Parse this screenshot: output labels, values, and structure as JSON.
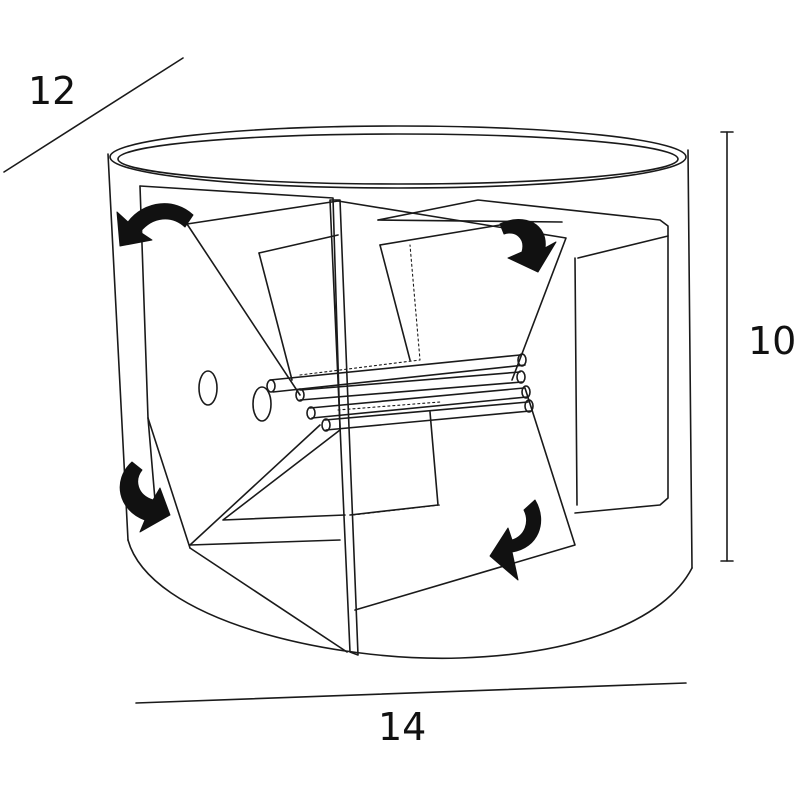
{
  "dimensions": {
    "depth": "12",
    "height": "10",
    "width": "14"
  },
  "colors": {
    "line": "#1a1a1a",
    "arrow": "#111111",
    "background": "#ffffff"
  }
}
